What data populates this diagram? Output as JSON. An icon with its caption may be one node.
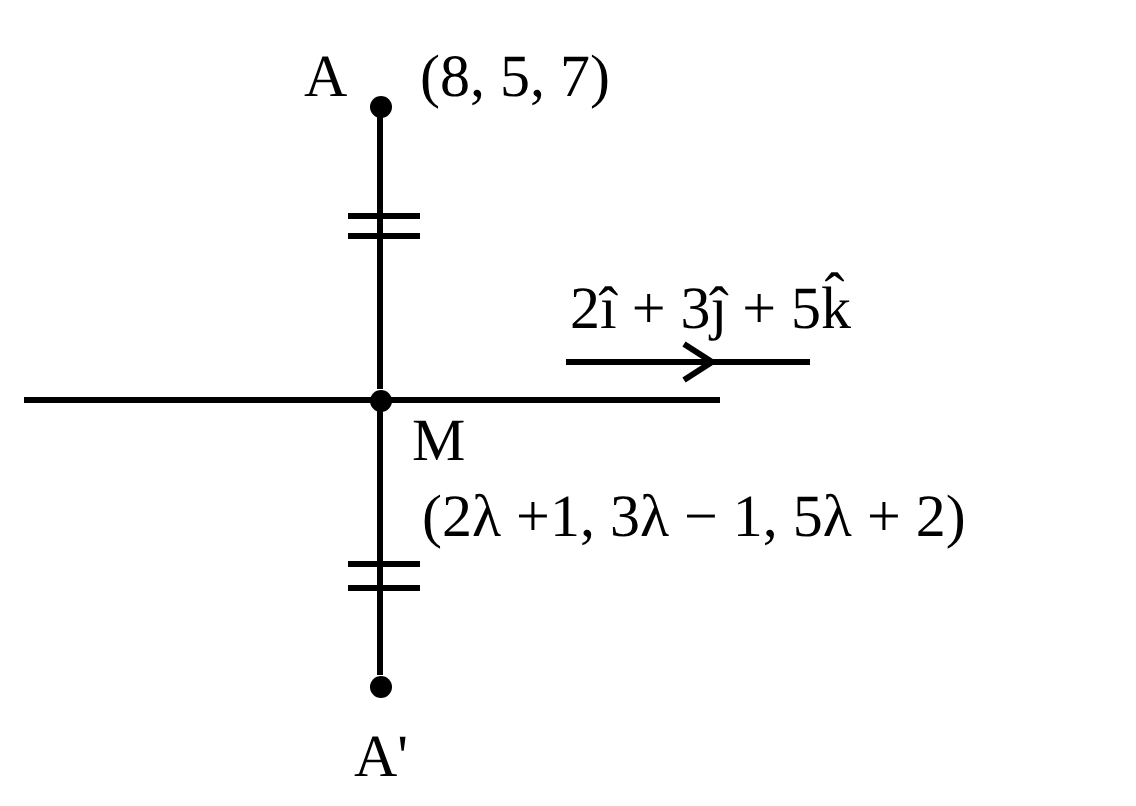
{
  "diagram": {
    "nodes": [
      {
        "text": [
          "A"
        ],
        "beside": [
          "(8, 5, 7)"
        ]
      },
      {
        "text": [
          "M"
        ],
        "beside": [
          "(2λ +1, 3λ − 1, 5λ + 2)"
        ]
      },
      {
        "text": [
          "A'"
        ]
      }
    ],
    "edges": [
      {
        "from": 0,
        "to": 1,
        "arrow": "none"
      },
      {
        "from": 1,
        "to": 2,
        "arrow": "none"
      }
    ],
    "labels": [
      "2î + 3ĵ + 5k̂"
    ]
  }
}
